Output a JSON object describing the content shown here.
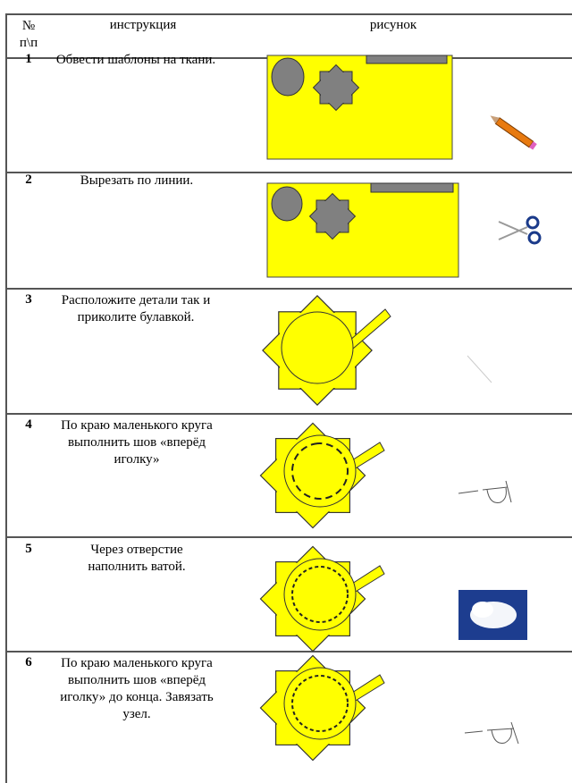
{
  "header": {
    "num": "№ п\\п",
    "instruction": "инструкция",
    "picture": "рисунок"
  },
  "rows": [
    {
      "num": "1",
      "text": "Обвести шаблоны на ткани."
    },
    {
      "num": "2",
      "text": "Вырезать по линии."
    },
    {
      "num": "3",
      "text": "Расположите детали так и приколите булавкой."
    },
    {
      "num": "4",
      "text": "По краю маленького круга выполнить шов «вперёд иголку»"
    },
    {
      "num": "5",
      "text": "Через отверстие наполнить ватой."
    },
    {
      "num": "6",
      "text": "По краю маленького круга выполнить шов «вперёд иголку» до конца. Завязать узел."
    }
  ],
  "colors": {
    "fabric": "#ffff00",
    "template": "#808080",
    "border": "#555555"
  }
}
